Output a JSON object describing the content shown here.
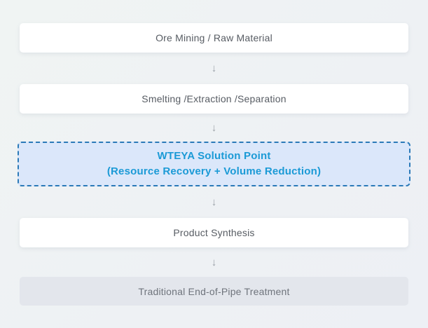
{
  "flowchart": {
    "steps": [
      {
        "label": "Ore Mining / Raw Material",
        "type": "normal"
      },
      {
        "label": "Smelting /Extraction /Separation",
        "type": "normal"
      },
      {
        "label_line1": "WTEYA Solution Point",
        "label_line2": "(Resource Recovery + Volume Reduction)",
        "type": "highlight"
      },
      {
        "label": "Product Synthesis",
        "type": "normal"
      },
      {
        "label": "Traditional End-of-Pipe Treatment",
        "type": "muted"
      }
    ],
    "arrow_glyph": "↓",
    "colors": {
      "page_background": "#eef1f4",
      "normal_box_background": "#ffffff",
      "normal_text": "#575c63",
      "highlight_text": "#1b9ad6",
      "highlight_border": "#2b7ab8",
      "highlight_background": "#dbe7fa",
      "muted_box_background": "#e3e6ec",
      "muted_text": "#6f747c",
      "arrow": "#9aa1a8"
    }
  }
}
